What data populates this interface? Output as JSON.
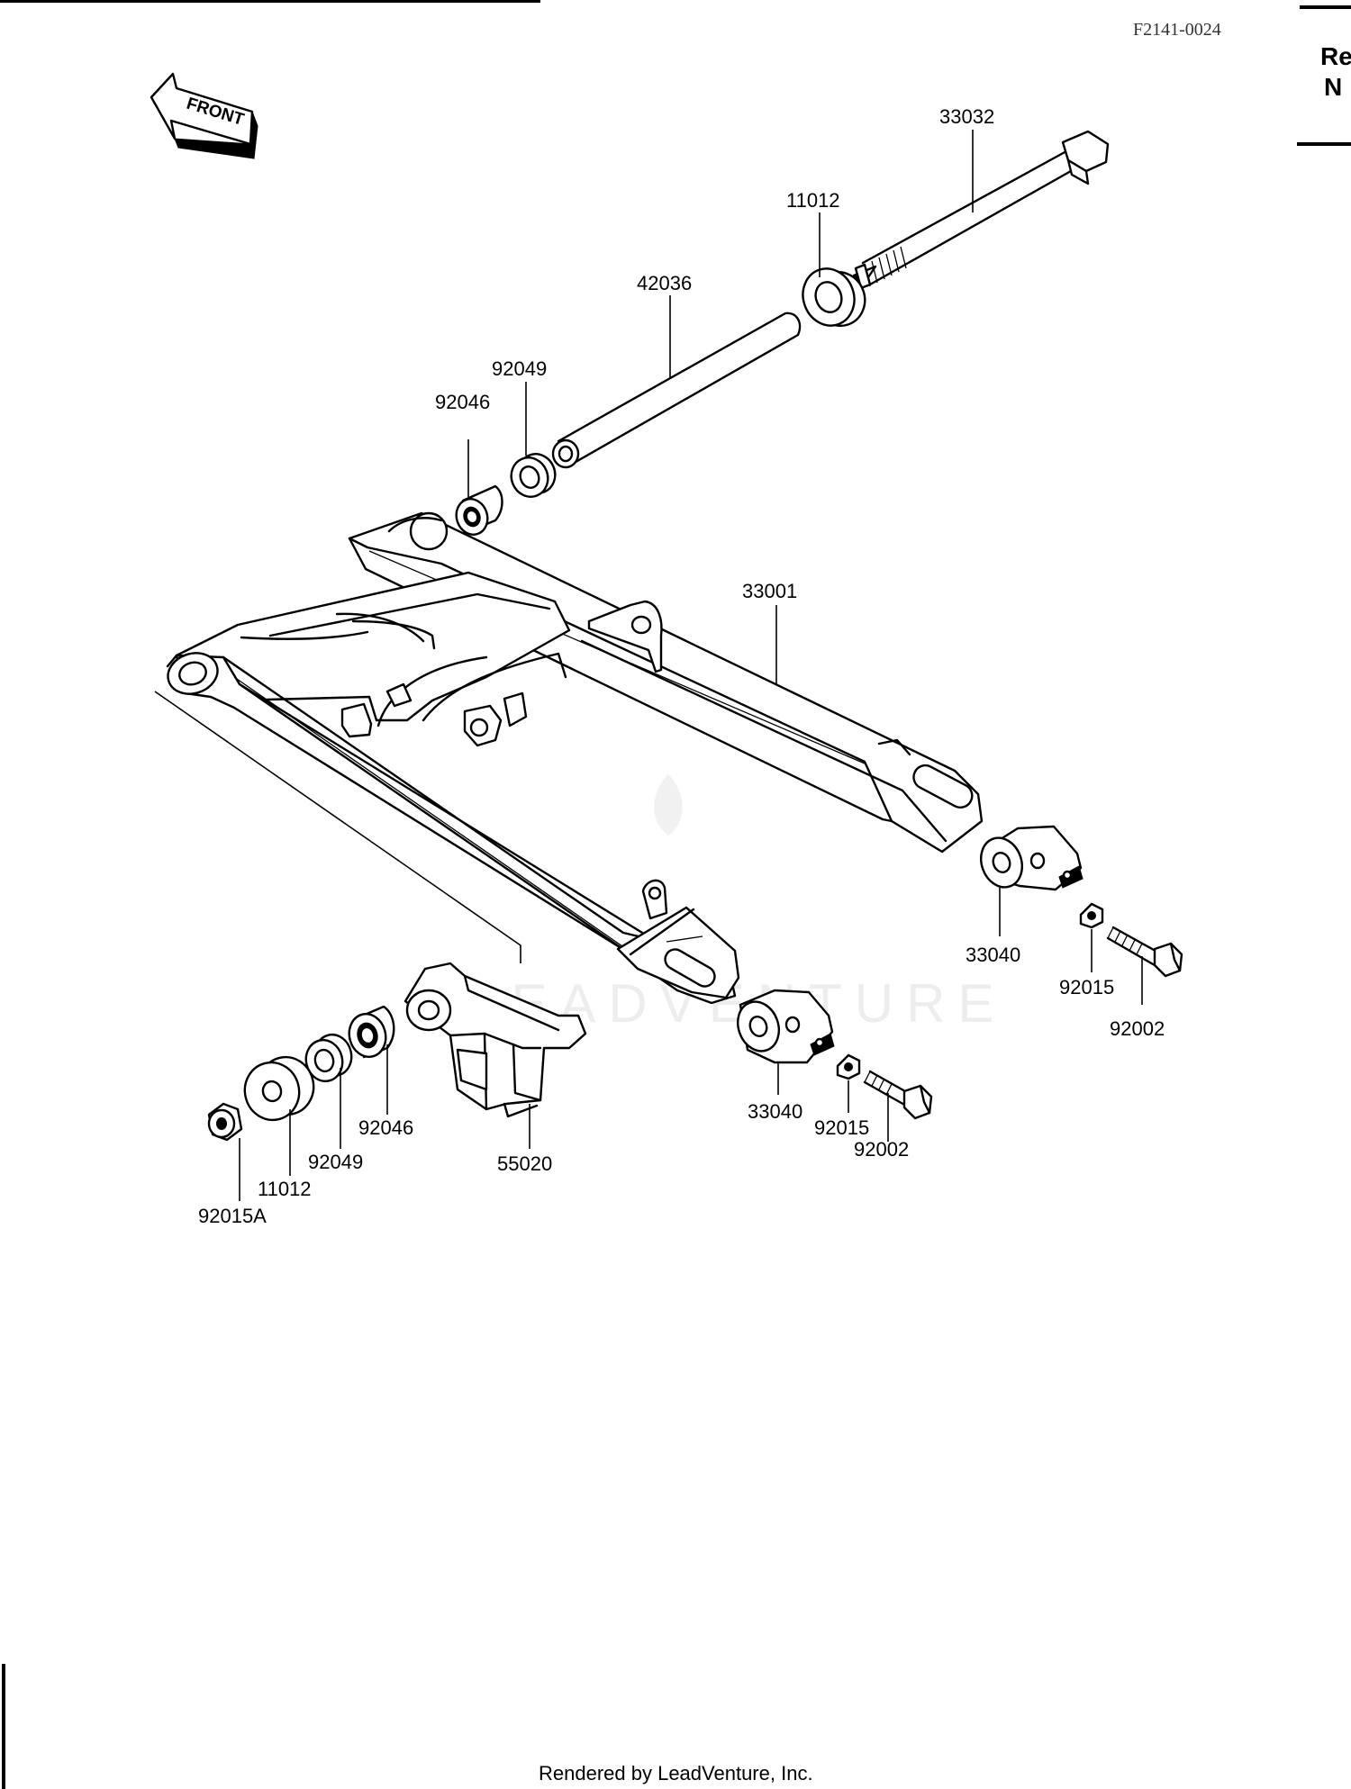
{
  "header": {
    "drawing_code": "F2141-0024",
    "side_text_line1": "Re",
    "side_text_line2": "N"
  },
  "orientation_badge": {
    "label": "FRONT",
    "icon": "front-arrow-icon"
  },
  "parts": [
    {
      "id": "p-33032",
      "label": "33032"
    },
    {
      "id": "p-11012-top",
      "label": "11012"
    },
    {
      "id": "p-42036",
      "label": "42036"
    },
    {
      "id": "p-92049-top",
      "label": "92049"
    },
    {
      "id": "p-92046-top",
      "label": "92046"
    },
    {
      "id": "p-33001",
      "label": "33001"
    },
    {
      "id": "p-33040-right",
      "label": "33040"
    },
    {
      "id": "p-92015-right",
      "label": "92015"
    },
    {
      "id": "p-92002-right",
      "label": "92002"
    },
    {
      "id": "p-33040-left",
      "label": "33040"
    },
    {
      "id": "p-92015-left",
      "label": "92015"
    },
    {
      "id": "p-92002-left",
      "label": "92002"
    },
    {
      "id": "p-92046-bottom",
      "label": "92046"
    },
    {
      "id": "p-92049-bottom",
      "label": "92049"
    },
    {
      "id": "p-11012-bottom",
      "label": "11012"
    },
    {
      "id": "p-92015A",
      "label": "92015A"
    },
    {
      "id": "p-55020",
      "label": "55020"
    }
  ],
  "watermark": {
    "text": "LEADVENTURE"
  },
  "footer": {
    "text": "Rendered by LeadVenture, Inc."
  }
}
